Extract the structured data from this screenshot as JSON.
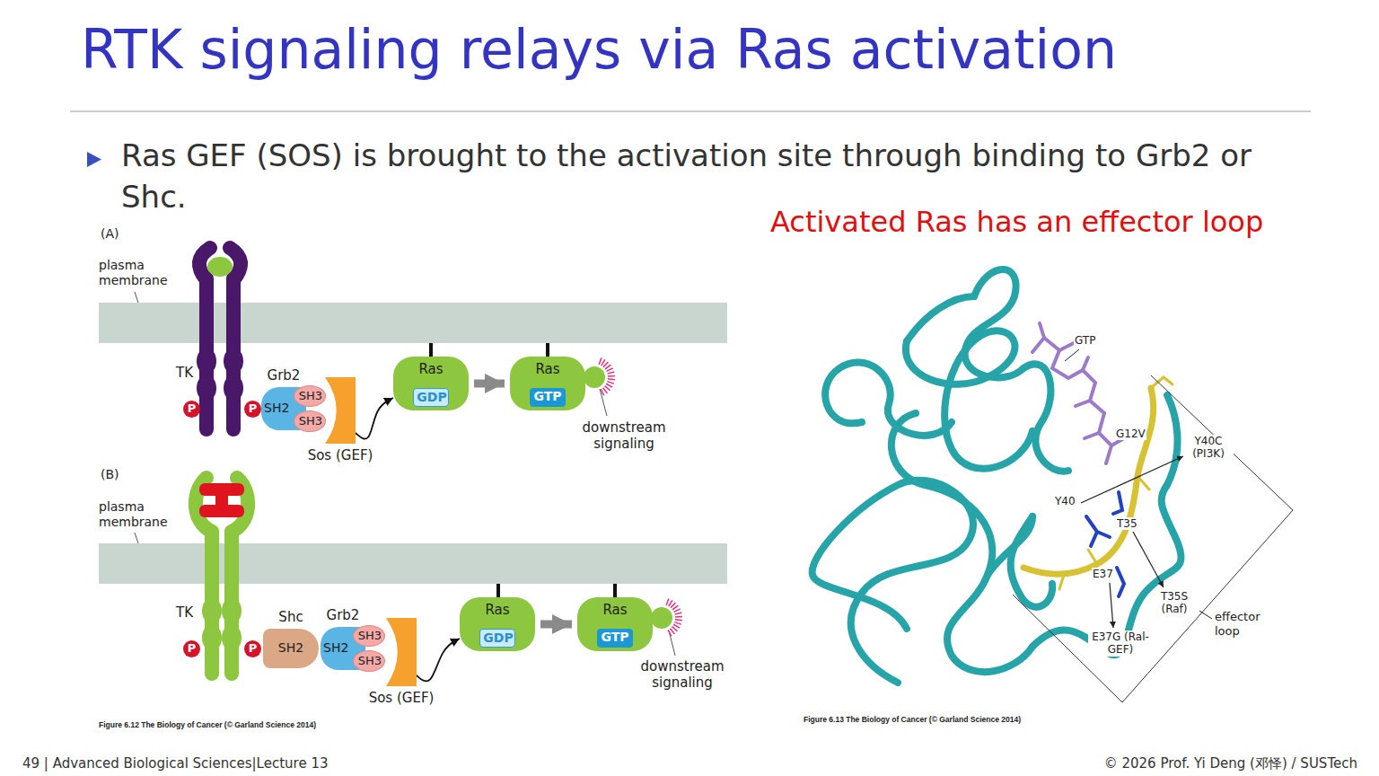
{
  "diagram": {
    "title": "RTK signaling relays via Ras activation",
    "nodes": [
      {
        "text": [
          "Grb2",
          "SH2"
        ]
      },
      {
        "text": [
          "SH3"
        ],
        "in": 0
      },
      {
        "text": [
          "SH3"
        ],
        "in": 0
      },
      {
        "text": [
          "Sos (GEF)"
        ]
      },
      {
        "text": [
          "Ras"
        ]
      },
      {
        "text": [
          "GDP"
        ],
        "in": 4
      },
      {
        "text": [
          "Ras"
        ]
      },
      {
        "text": [
          "GTP"
        ],
        "in": 6
      },
      {
        "text": [
          "P"
        ]
      },
      {
        "text": [
          "P"
        ]
      },
      {
        "text": [
          "Shc",
          "SH2"
        ]
      },
      {
        "text": [
          "Grb2",
          "SH2"
        ]
      },
      {
        "text": [
          "SH3"
        ],
        "in": 11
      },
      {
        "text": [
          "SH3"
        ],
        "in": 11
      },
      {
        "text": [
          "Sos (GEF)"
        ]
      },
      {
        "text": [
          "Ras"
        ]
      },
      {
        "text": [
          "GDP"
        ],
        "in": 15
      },
      {
        "text": [
          "Ras"
        ]
      },
      {
        "text": [
          "GTP"
        ],
        "in": 17
      },
      {
        "text": [
          "P"
        ]
      },
      {
        "text": [
          "P"
        ]
      }
    ],
    "edges": [
      {
        "from": 3,
        "to": 4,
        "arrow": "to"
      },
      {
        "from": 4,
        "to": 6,
        "arrow": "to"
      },
      {
        "from": 14,
        "to": 15,
        "arrow": "to"
      },
      {
        "from": 15,
        "to": 17,
        "arrow": "to"
      }
    ],
    "labels": [
      "Ras GEF (SOS) is brought to the activation site through binding to Grb2 or Shc.",
      "(A)",
      "plasma membrane",
      "TK",
      "downstream signaling",
      "(B)",
      "plasma membrane",
      "TK",
      "downstream signaling",
      "Figure 6.12 The Biology of Cancer (© Garland Science 2014)",
      "Activated Ras has an effector loop",
      "GTP",
      "G12V",
      "Y40C (PI3K)",
      "Y40",
      "T35",
      "E37",
      "T35S (Raf)",
      "E37G (Ral-GEF)",
      "effector loop",
      "Figure 6.13 The Biology of Cancer (© Garland Science 2014)",
      "49 | Advanced Biological Sciences|Lecture 13",
      "© 2026 Prof. Yi Deng (邓怿) / SUSTech"
    ]
  }
}
